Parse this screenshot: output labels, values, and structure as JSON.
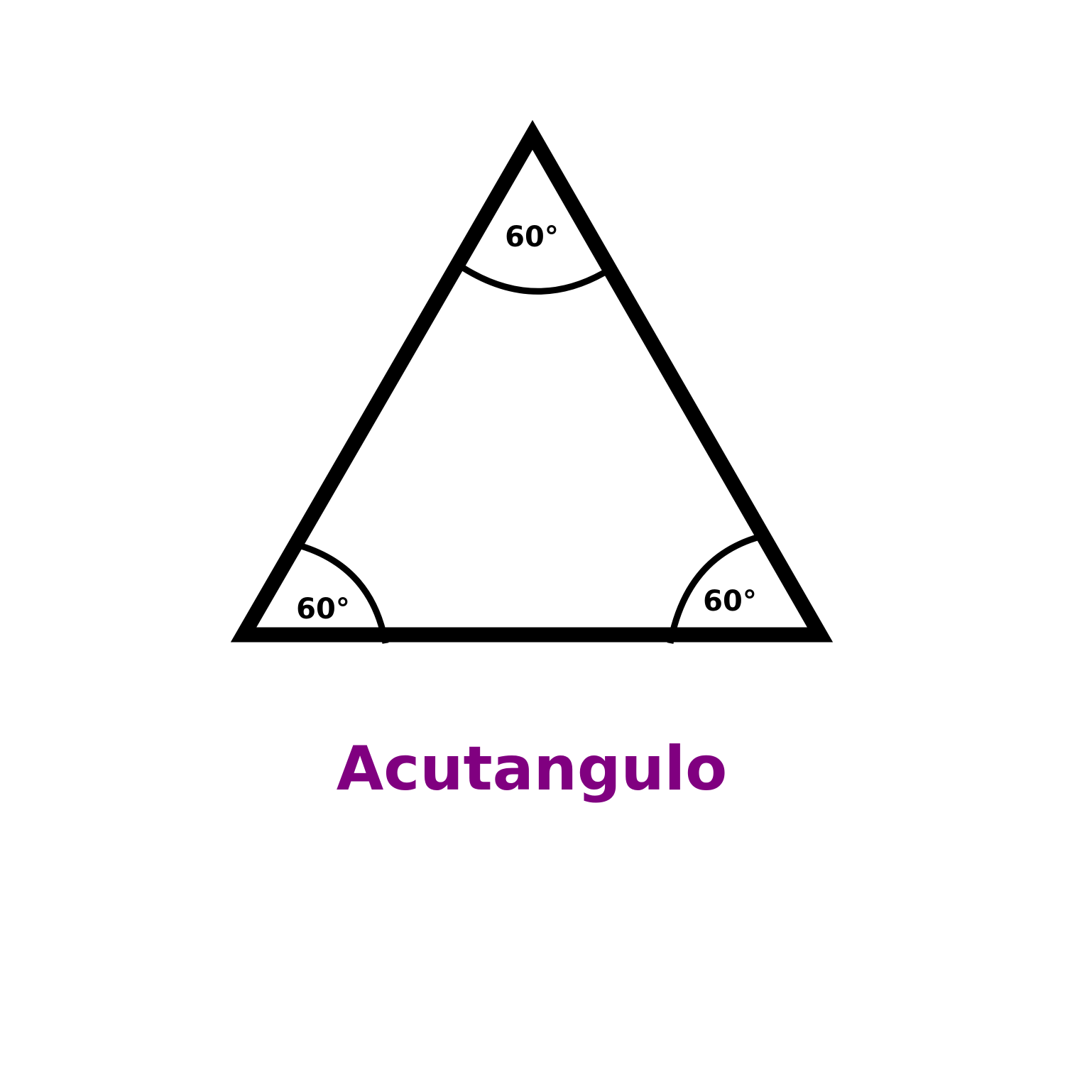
{
  "figure": {
    "angles": {
      "top": "60°",
      "bottom_left": "60°",
      "bottom_right": "60°"
    },
    "caption": "Acutangulo",
    "colors": {
      "outline": "#000000",
      "caption": "#800080",
      "background": "#ffffff"
    }
  }
}
